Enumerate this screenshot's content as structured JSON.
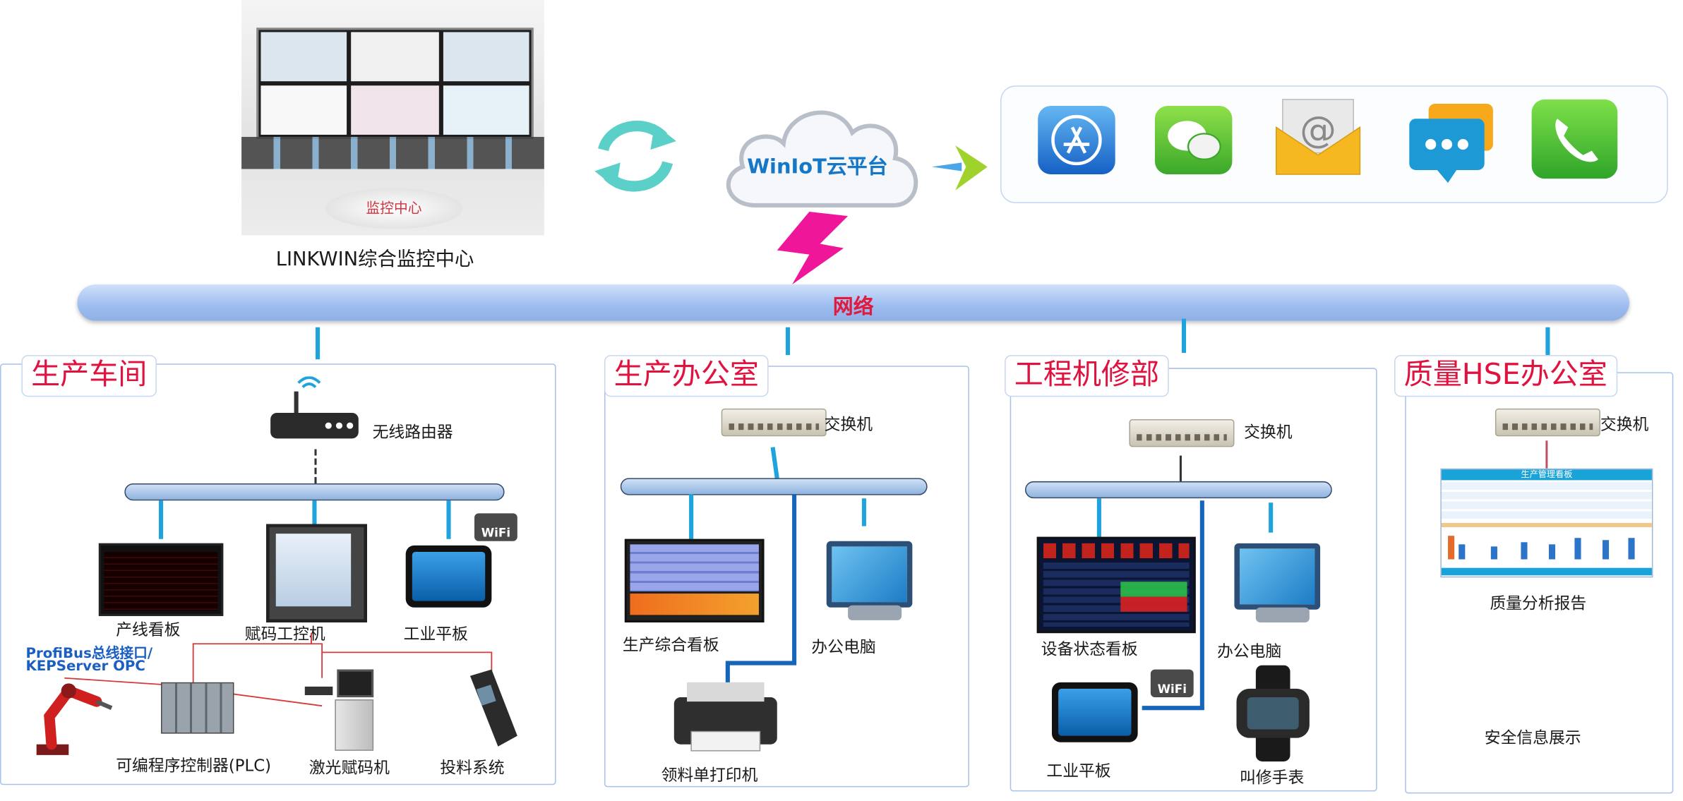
{
  "top": {
    "monitor_center_screen_text": "监控中心",
    "monitor_center_label": "LINKWIN综合监控中心",
    "cloud_label": "WinIoT云平台",
    "network_label": "网络",
    "service_icons": [
      "app-store-icon",
      "wechat-icon",
      "email-icon",
      "message-icon",
      "phone-icon"
    ]
  },
  "sections": {
    "workshop": {
      "title": "生产车间",
      "router_label": "无线路由器",
      "devices": {
        "line_board": "产线看板",
        "coding_ipc": "赋码工控机",
        "tablet": "工业平板",
        "profibus": "ProfiBus总线接口/",
        "kepserver": "KEPServer OPC",
        "plc": "可编程序控制器(PLC)",
        "laser": "激光赋码机",
        "feeding": "投料系统"
      },
      "wifi": "WiFi"
    },
    "prod_office": {
      "title": "生产办公室",
      "switch_label": "交换机",
      "devices": {
        "board": "生产综合看板",
        "pc": "办公电脑",
        "printer": "领料单打印机"
      }
    },
    "maintenance": {
      "title": "工程机修部",
      "switch_label": "交换机",
      "devices": {
        "status_board": "设备状态看板",
        "pc": "办公电脑",
        "tablet": "工业平板",
        "watch": "叫修手表"
      },
      "wifi": "WiFi"
    },
    "quality": {
      "title": "质量HSE办公室",
      "switch_label": "交换机",
      "report_header": "生产管理看板",
      "report_label": "质量分析报告",
      "safety_label": "安全信息展示"
    }
  },
  "colors": {
    "title_red": "#e0123f",
    "link_blue": "#1fa3dc",
    "section_border": "#a7c2ea",
    "profibus_blue": "#1b5fc2"
  }
}
